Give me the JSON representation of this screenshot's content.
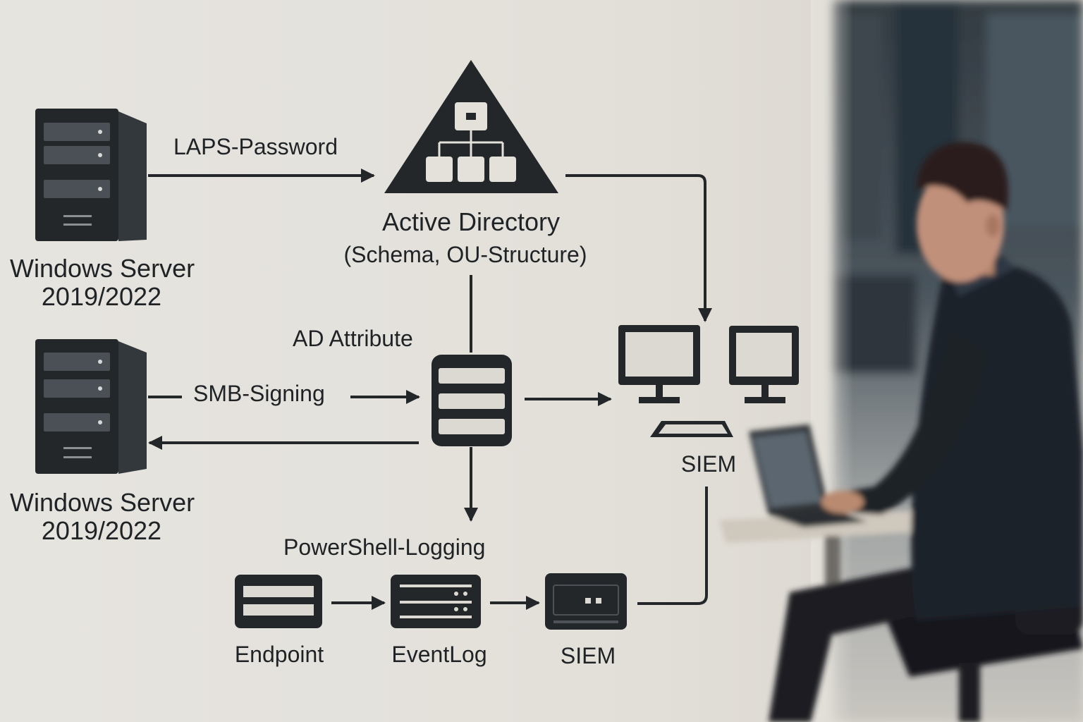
{
  "labels": {
    "server_top": [
      "Windows Server",
      "2019/2022"
    ],
    "server_bottom": [
      "Windows Server",
      "2019/2022"
    ],
    "laps": "LAPS-Password",
    "ad_title": "Active Directory",
    "ad_subtitle": "(Schema, OU-Structure)",
    "ad_attribute": "AD Attribute",
    "smb": "SMB-Signing",
    "siem_top": "SIEM",
    "powershell": "PowerShell-Logging",
    "endpoint": "Endpoint",
    "eventlog": "EventLog",
    "siem_bottom": "SIEM"
  },
  "colors": {
    "ink": "#23272a",
    "wall": "#e4e1db",
    "office_dark": "#2a3138"
  },
  "icons": [
    "server-tower-icon",
    "server-tower-icon",
    "directory-hierarchy-icon",
    "database-stack-icon",
    "desktop-monitor-icon",
    "keyboard-icon",
    "endpoint-icon",
    "eventlog-icon",
    "siem-appliance-icon",
    "person-at-laptop"
  ]
}
